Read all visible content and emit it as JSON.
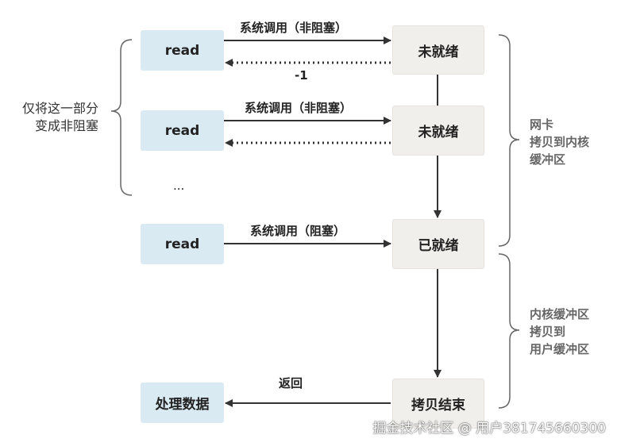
{
  "boxes": {
    "read1": "read",
    "read2": "read",
    "read3": "read",
    "process": "处理数据",
    "not_ready1": "未就绪",
    "not_ready2": "未就绪",
    "ready": "已就绪",
    "copy_done": "拷贝结束"
  },
  "labels": {
    "syscall_nonblocking_1": "系统调用（非阻塞）",
    "return_minus_one": "-1",
    "syscall_nonblocking_2": "系统调用（非阻塞）",
    "ellipsis": "...",
    "syscall_blocking": "系统调用（阻塞）",
    "return": "返回"
  },
  "left_note": [
    "仅将这一部分",
    "变成非阻塞"
  ],
  "right_note_top": [
    "网卡",
    "拷贝到内核",
    "缓冲区"
  ],
  "right_note_bottom": [
    "内核缓冲区",
    "拷贝到",
    "用户缓冲区"
  ],
  "watermark": "掘金技术社区 @ 用户381745660300"
}
